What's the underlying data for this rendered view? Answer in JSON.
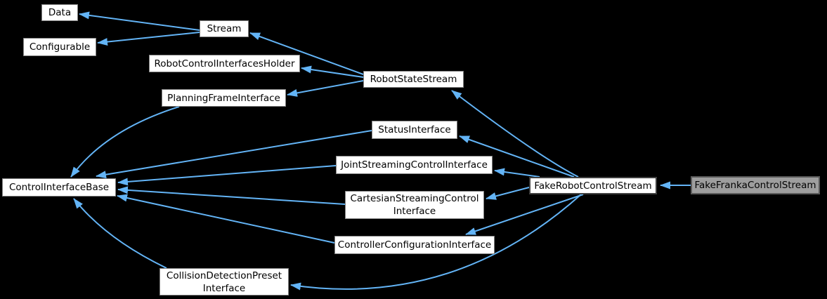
{
  "diagram": {
    "kind": "class-inheritance-graph",
    "colors": {
      "background": "#000000",
      "node_fill": "#ffffff",
      "node_border": "#828282",
      "current_node_fill": "#9e9e9e",
      "current_node_border": "#5a5a5a",
      "edge": "#63b4f6",
      "text": "#000000"
    },
    "nodes": [
      {
        "id": "data",
        "label": "Data"
      },
      {
        "id": "configurable",
        "label": "Configurable"
      },
      {
        "id": "stream",
        "label": "Stream"
      },
      {
        "id": "robot-control-interfaces-holder",
        "label": "RobotControlInterfacesHolder"
      },
      {
        "id": "planning-frame-interface",
        "label": "PlanningFrameInterface"
      },
      {
        "id": "robot-state-stream",
        "label": "RobotStateStream"
      },
      {
        "id": "status-interface",
        "label": "StatusInterface"
      },
      {
        "id": "joint-streaming-control-interface",
        "label": "JointStreamingControlInterface"
      },
      {
        "id": "control-interface-base",
        "label": "ControlInterfaceBase"
      },
      {
        "id": "cartesian-streaming-control-interface",
        "label": "CartesianStreamingControl\nInterface"
      },
      {
        "id": "controller-configuration-interface",
        "label": "ControllerConfigurationInterface"
      },
      {
        "id": "collision-detection-preset-interface",
        "label": "CollisionDetectionPreset\nInterface"
      },
      {
        "id": "fake-robot-control-stream",
        "label": "FakeRobotControlStream"
      },
      {
        "id": "fake-franka-control-stream",
        "label": "FakeFrankaControlStream",
        "current": true
      }
    ],
    "edges": [
      {
        "from": "stream",
        "to": "data"
      },
      {
        "from": "stream",
        "to": "configurable"
      },
      {
        "from": "robot-state-stream",
        "to": "stream"
      },
      {
        "from": "robot-state-stream",
        "to": "robot-control-interfaces-holder"
      },
      {
        "from": "robot-state-stream",
        "to": "planning-frame-interface"
      },
      {
        "from": "fake-robot-control-stream",
        "to": "robot-state-stream"
      },
      {
        "from": "fake-robot-control-stream",
        "to": "status-interface"
      },
      {
        "from": "fake-robot-control-stream",
        "to": "joint-streaming-control-interface"
      },
      {
        "from": "fake-robot-control-stream",
        "to": "cartesian-streaming-control-interface"
      },
      {
        "from": "fake-robot-control-stream",
        "to": "controller-configuration-interface"
      },
      {
        "from": "fake-robot-control-stream",
        "to": "collision-detection-preset-interface"
      },
      {
        "from": "planning-frame-interface",
        "to": "control-interface-base"
      },
      {
        "from": "status-interface",
        "to": "control-interface-base"
      },
      {
        "from": "joint-streaming-control-interface",
        "to": "control-interface-base"
      },
      {
        "from": "cartesian-streaming-control-interface",
        "to": "control-interface-base"
      },
      {
        "from": "controller-configuration-interface",
        "to": "control-interface-base"
      },
      {
        "from": "collision-detection-preset-interface",
        "to": "control-interface-base"
      },
      {
        "from": "fake-franka-control-stream",
        "to": "fake-robot-control-stream"
      }
    ]
  }
}
